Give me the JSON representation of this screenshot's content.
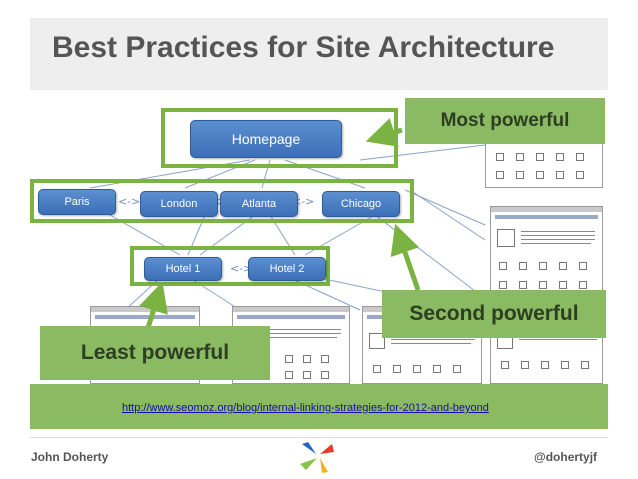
{
  "slide": {
    "title": "Best Practices for Site Architecture"
  },
  "diagram": {
    "homepage": "Homepage",
    "cities": [
      "Paris",
      "London",
      "Atlanta",
      "Chicago"
    ],
    "hotels": [
      "Hotel 1",
      "Hotel 2"
    ]
  },
  "callouts": {
    "most": "Most powerful",
    "second": "Second powerful",
    "least": "Least powerful"
  },
  "source_link": "http://www.seomoz.org/blog/internal-linking-strategies-for-2012-and-beyond",
  "footer": {
    "author": "John Doherty",
    "handle": "@dohertyjf"
  },
  "colors": {
    "title_text": "#555555",
    "node_blue": "#4a7ec4",
    "box_green": "#7ab342",
    "callout_green": "#8aba62"
  }
}
